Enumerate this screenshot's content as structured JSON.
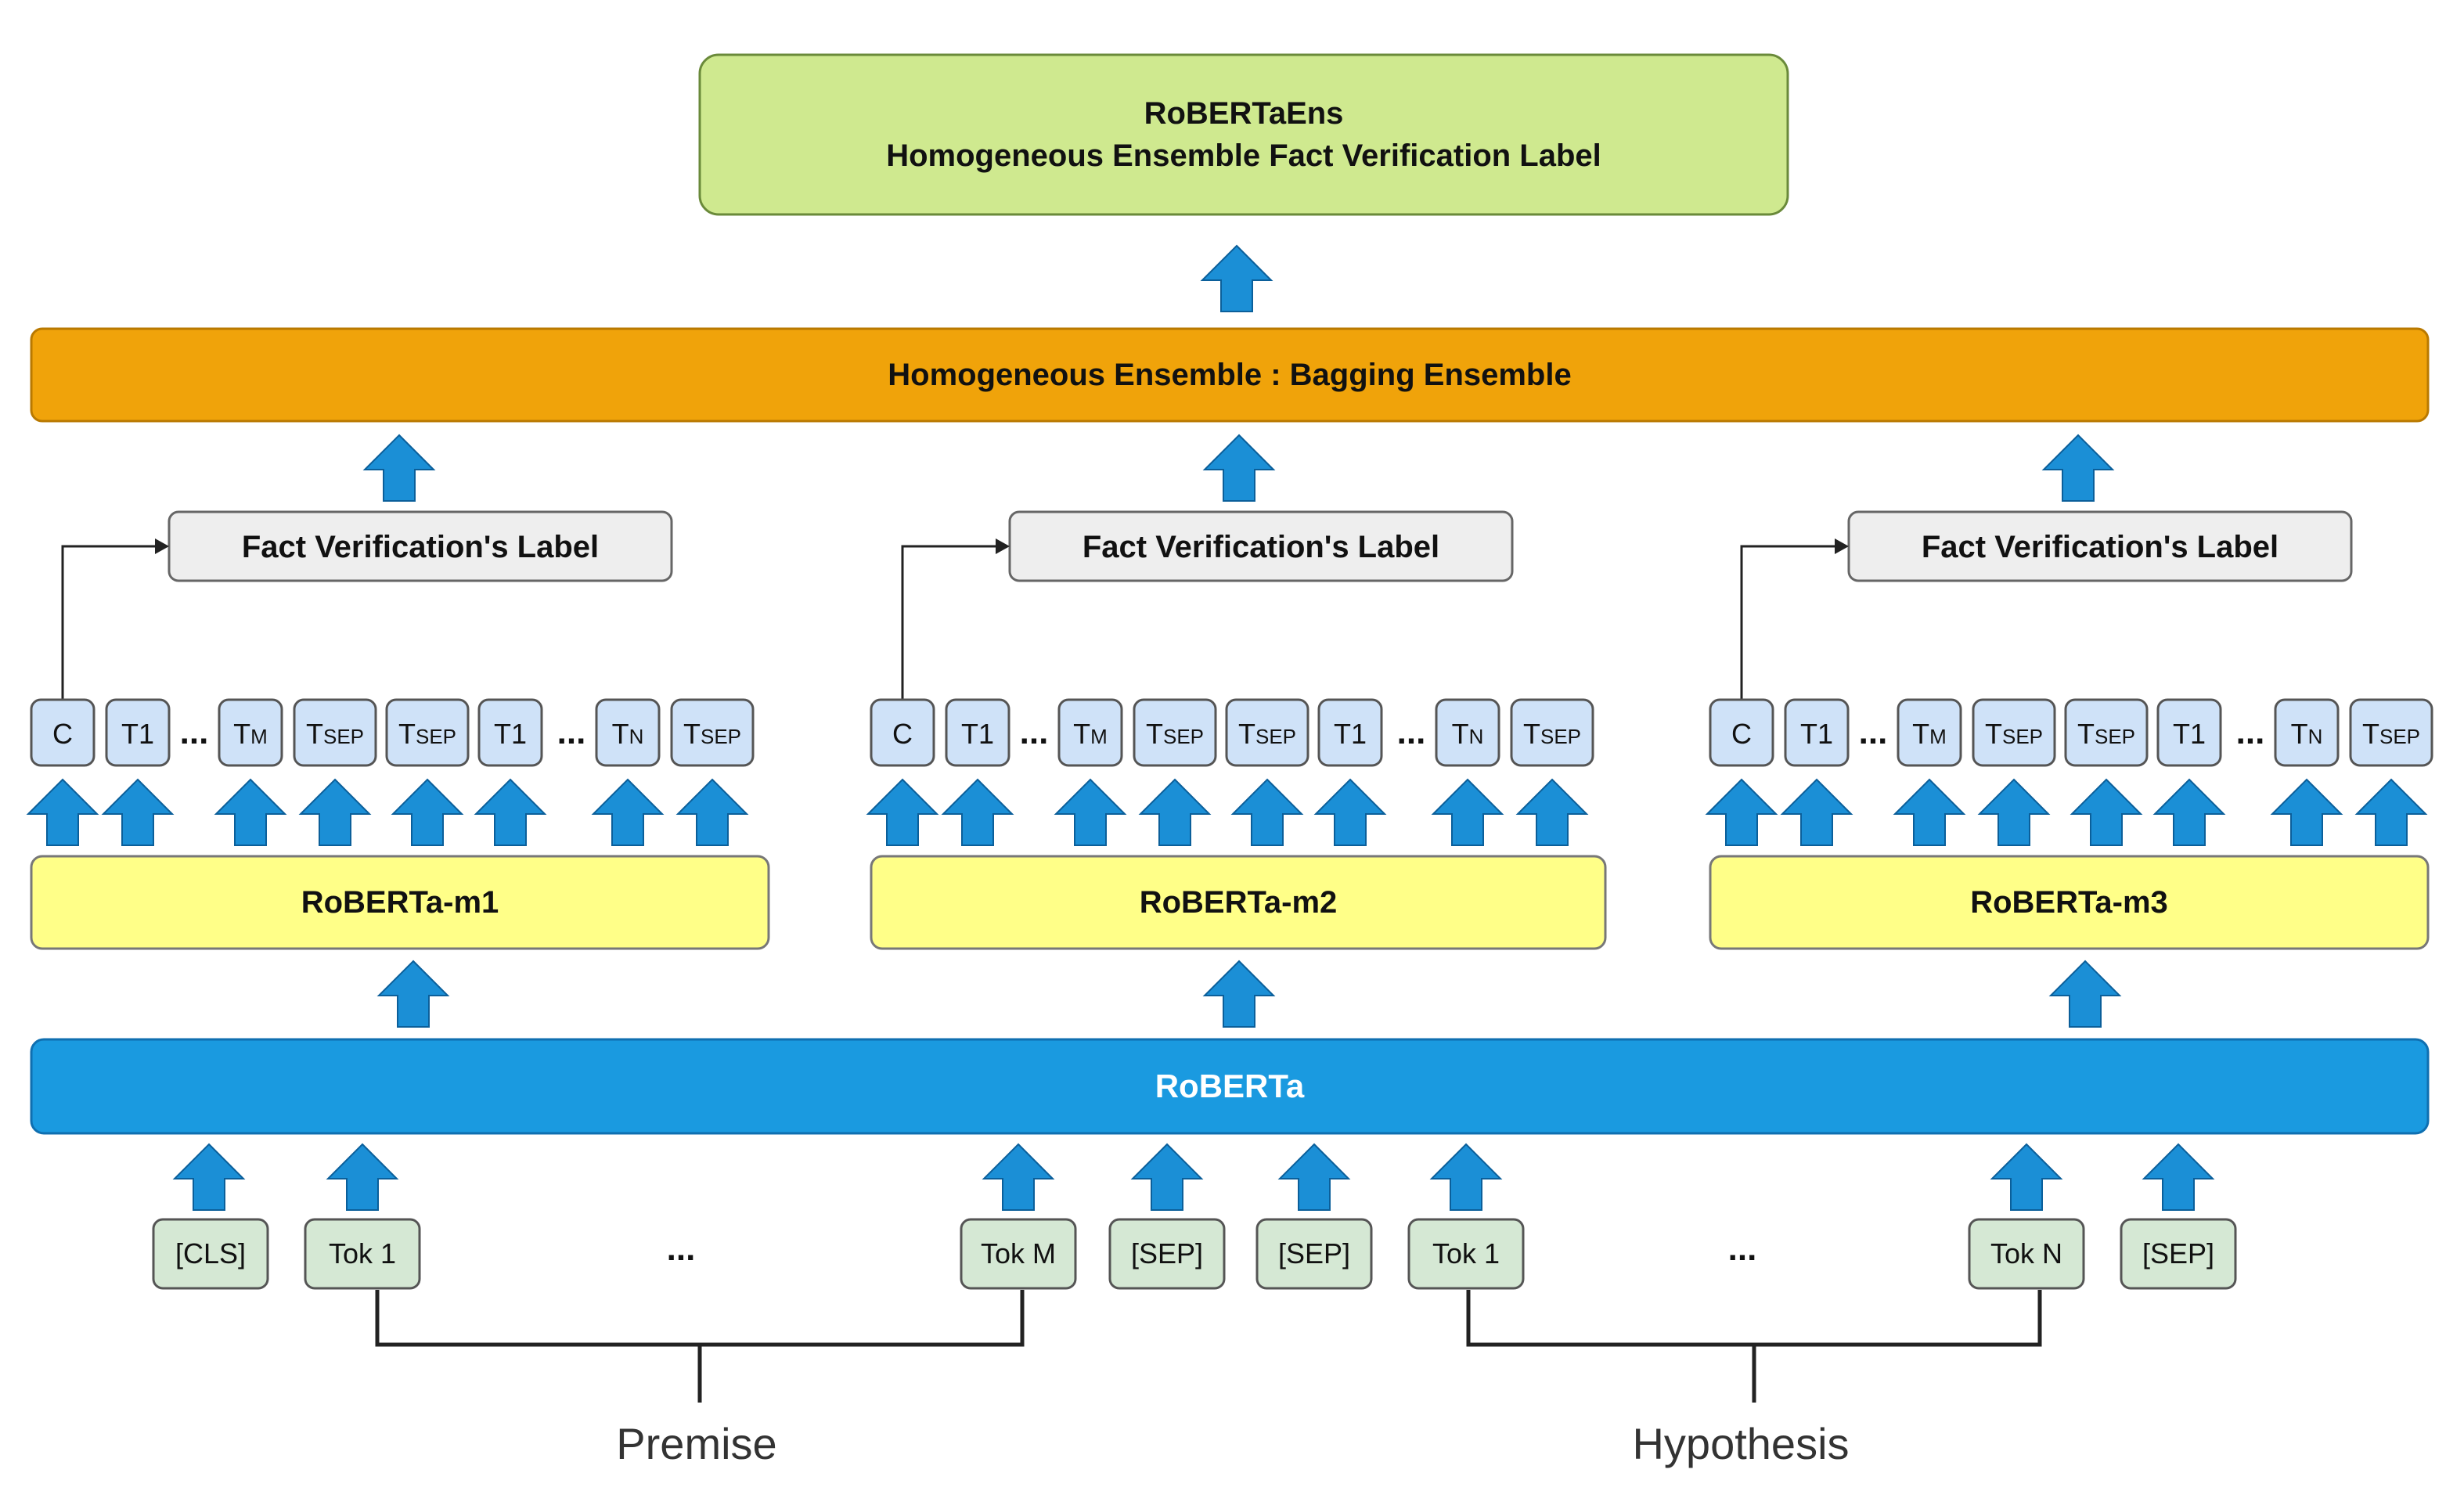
{
  "top_box": {
    "line1": "RoBERTaEns",
    "line2": "Homogeneous Ensemble Fact Verification Label",
    "color": "#cfe98f"
  },
  "ensemble_bar": {
    "label": "Homogeneous Ensemble : Bagging Ensemble",
    "color": "#f0a30a"
  },
  "columns": [
    {
      "label_box": "Fact Verification's Label",
      "model": "RoBERTa-m1",
      "tokens": [
        {
          "main": "C",
          "sub": ""
        },
        {
          "main": "T1",
          "sub": ""
        },
        {
          "main": "T",
          "sub": "M"
        },
        {
          "main": "T",
          "sub": "SEP"
        },
        {
          "main": "T",
          "sub": "SEP"
        },
        {
          "main": "T1",
          "sub": ""
        },
        {
          "main": "T",
          "sub": "N"
        },
        {
          "main": "T",
          "sub": "SEP"
        }
      ]
    },
    {
      "label_box": "Fact Verification's Label",
      "model": "RoBERTa-m2",
      "tokens": [
        {
          "main": "C",
          "sub": ""
        },
        {
          "main": "T1",
          "sub": ""
        },
        {
          "main": "T",
          "sub": "M"
        },
        {
          "main": "T",
          "sub": "SEP"
        },
        {
          "main": "T",
          "sub": "SEP"
        },
        {
          "main": "T1",
          "sub": ""
        },
        {
          "main": "T",
          "sub": "N"
        },
        {
          "main": "T",
          "sub": "SEP"
        }
      ]
    },
    {
      "label_box": "Fact Verification's Label",
      "model": "RoBERTa-m3",
      "tokens": [
        {
          "main": "C",
          "sub": ""
        },
        {
          "main": "T1",
          "sub": ""
        },
        {
          "main": "T",
          "sub": "M"
        },
        {
          "main": "T",
          "sub": "SEP"
        },
        {
          "main": "T",
          "sub": "SEP"
        },
        {
          "main": "T1",
          "sub": ""
        },
        {
          "main": "T",
          "sub": "N"
        },
        {
          "main": "T",
          "sub": "SEP"
        }
      ]
    }
  ],
  "ellipsis": "...",
  "roberta_bar": {
    "label": "RoBERTa",
    "color": "#1a9ae0"
  },
  "input_tokens": [
    "[CLS]",
    "Tok 1",
    "Tok M",
    "[SEP]",
    "[SEP]",
    "Tok 1",
    "Tok N",
    "[SEP]"
  ],
  "input_ellipsis": [
    "...",
    "..."
  ],
  "premise_label": "Premise",
  "hypothesis_label": "Hypothesis",
  "colors": {
    "arrow": "#1b8fd6",
    "token_box": "#cfe2f8",
    "input_box": "#d5e8d4",
    "model_box": "#ffff88",
    "label_box": "#eeeeee"
  }
}
